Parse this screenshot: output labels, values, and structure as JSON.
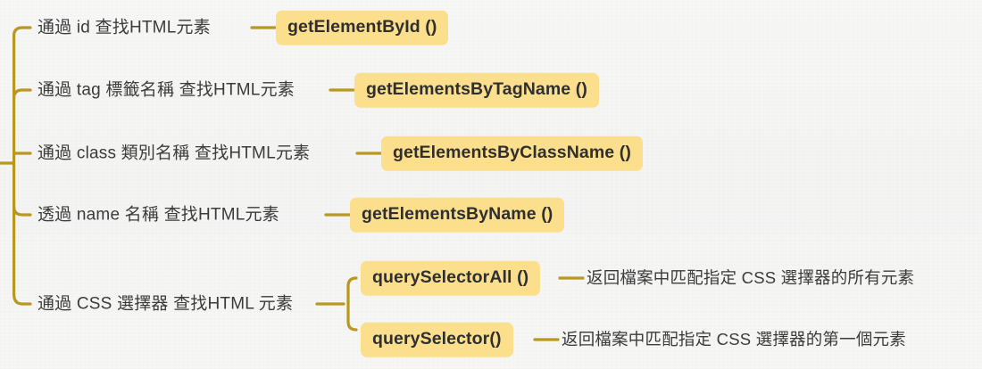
{
  "diagram": {
    "type": "mind-map",
    "title_present": false,
    "colors": {
      "background": "#f5f5f5",
      "branch_line": "#b8981f",
      "badge_background": "#fbdf8c",
      "label_text": "#3b3b3b",
      "badge_text": "#2f2f2f"
    },
    "branches": [
      {
        "label": "通過 id 查找HTML元素",
        "method": "getElementById ()",
        "children": []
      },
      {
        "label": "通過 tag 標籤名稱 查找HTML元素",
        "method": "getElementsByTagName ()",
        "children": []
      },
      {
        "label": "通過 class 類別名稱 查找HTML元素",
        "method": "getElementsByClassName ()",
        "children": []
      },
      {
        "label": "透過 name 名稱 查找HTML元素",
        "method": "getElementsByName ()",
        "children": []
      },
      {
        "label": "通過 CSS 選擇器 查找HTML 元素",
        "method": null,
        "children": [
          {
            "method": "querySelectorAll ()",
            "description": "返回檔案中匹配指定 CSS 選擇器的所有元素"
          },
          {
            "method": "querySelector()",
            "description": "返回檔案中匹配指定 CSS 選擇器的第一個元素"
          }
        ]
      }
    ]
  }
}
